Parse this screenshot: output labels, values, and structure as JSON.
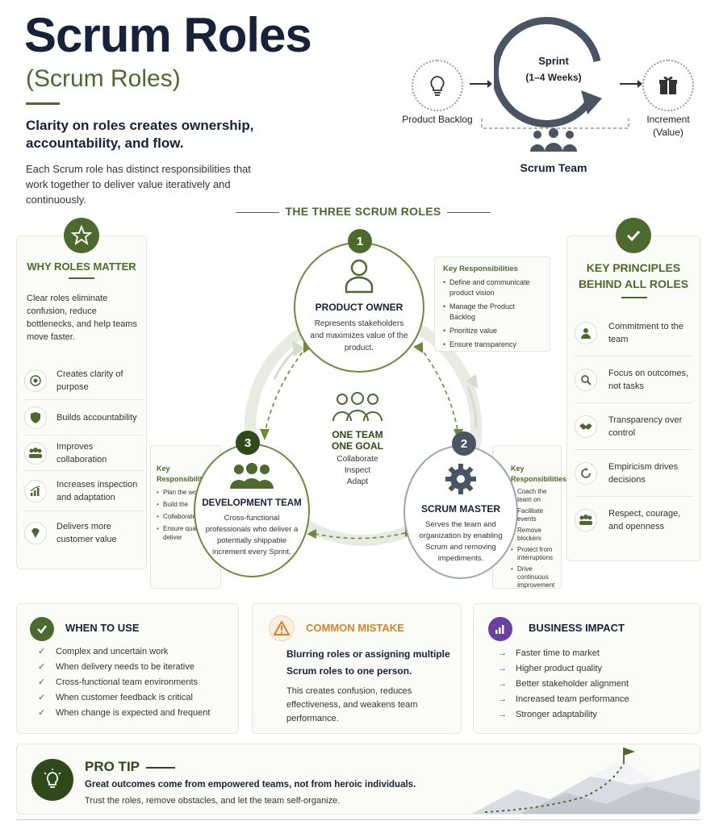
{
  "header": {
    "title": "Scrum Roles",
    "subtitle": "(Scrum Roles)",
    "tagline": "Clarity on roles creates ownership, accountability, and flow.",
    "intro": "Each Scrum role has distinct responsibilities that work together to deliver value iteratively and continuously."
  },
  "flow": {
    "backlog": "Product Backlog",
    "sprint_title": "Sprint",
    "sprint_duration": "(1–4 Weeks)",
    "increment": "Increment",
    "increment_sub": "(Value)",
    "team": "Scrum Team"
  },
  "section_heading": "THE THREE SCRUM ROLES",
  "why": {
    "title": "WHY ROLES MATTER",
    "intro": "Clear roles eliminate confusion, reduce bottlenecks, and help teams move faster.",
    "items": [
      {
        "text": "Creates clarity of purpose",
        "icon": "target-icon"
      },
      {
        "text": "Builds accountability",
        "icon": "shield-icon"
      },
      {
        "text": "Improves collaboration",
        "icon": "people-icon"
      },
      {
        "text": "Increases inspection and adaptation",
        "icon": "chart-icon"
      },
      {
        "text": "Delivers more customer value",
        "icon": "diamond-icon"
      }
    ]
  },
  "principles": {
    "title": "KEY PRINCIPLES BEHIND ALL ROLES",
    "items": [
      {
        "text": "Commitment to the team",
        "icon": "person-icon"
      },
      {
        "text": "Focus on outcomes, not tasks",
        "icon": "magnifier-icon"
      },
      {
        "text": "Transparency over control",
        "icon": "handshake-icon"
      },
      {
        "text": "Empiricism drives decisions",
        "icon": "cycle-icon"
      },
      {
        "text": "Respect, courage, and openness",
        "icon": "group-icon"
      }
    ]
  },
  "roles": {
    "po": {
      "number": "1",
      "name": "PRODUCT OWNER",
      "desc": "Represents stakeholders and maximizes value of the product.",
      "kr_title": "Key Responsibilities",
      "kr": [
        "Define and communicate product vision",
        "Manage the Product Backlog",
        "Prioritize value",
        "Ensure transparency"
      ]
    },
    "sm": {
      "number": "2",
      "name": "SCRUM MASTER",
      "desc": "Serves the team and organization by enabling Scrum and removing impediments.",
      "kr_title": "Key Responsibilities",
      "kr": [
        "Coach the team on",
        "Facilitate events",
        "Remove blockers",
        "Protect from interruptions",
        "Drive continuous improvement"
      ]
    },
    "dev": {
      "number": "3",
      "name": "DEVELOPMENT TEAM",
      "desc": "Cross-functional professionals who deliver a potentially shippable increment every Sprint.",
      "kr_title": "Key Responsibilities",
      "kr": [
        "Plan the work",
        "Build the",
        "Collaborate daily",
        "Ensure quality deliver"
      ]
    },
    "center": {
      "line1": "ONE TEAM",
      "line2": "ONE GOAL",
      "sub": [
        "Collaborate",
        "Inspect",
        "Adapt"
      ]
    }
  },
  "when": {
    "title": "WHEN TO USE",
    "items": [
      "Complex and uncertain work",
      "When delivery needs to be iterative",
      "Cross-functional team environments",
      "When customer feedback is critical",
      "When change is expected and frequent"
    ]
  },
  "mistake": {
    "title": "COMMON MISTAKE",
    "headline": "Blurring roles or assigning multiple Scrum roles to one person.",
    "body": "This creates confusion, reduces effectiveness, and weakens team performance."
  },
  "impact": {
    "title": "BUSINESS IMPACT",
    "items": [
      "Faster time to market",
      "Higher product quality",
      "Better stakeholder alignment",
      "Increased team performance",
      "Stronger adaptability"
    ]
  },
  "protip": {
    "title": "PRO TIP",
    "headline": "Great outcomes come from empowered teams, not from heroic individuals.",
    "body": "Trust the roles, remove obstacles, and let the team self-organize."
  },
  "colors": {
    "green": "#4d6a2e",
    "navy": "#16213a",
    "orange": "#d9822b",
    "purple": "#6a3fa0",
    "slate": "#4a5563"
  }
}
